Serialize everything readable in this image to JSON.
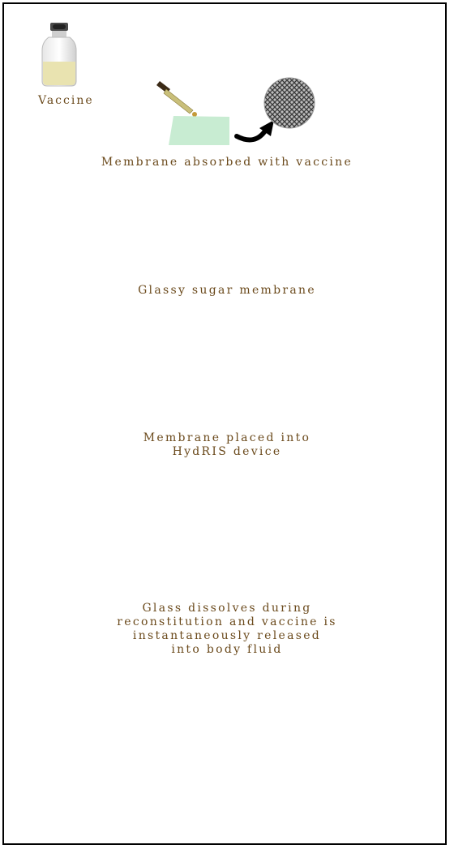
{
  "labels": {
    "vaccine": "Vaccine",
    "step1": "Membrane absorbed with vaccine",
    "step2": "Glassy sugar membrane",
    "step3_line1": "Membrane placed into",
    "step3_line2": "HydRIS device",
    "step4_line1": "Glass dissolves during",
    "step4_line2": "reconstitution and vaccine is",
    "step4_line3": "instantaneously released",
    "step4_line4": "into body fluid"
  },
  "colors": {
    "caption_text": "#6b4a1c",
    "arrow": "#000000",
    "membrane_wet": "#c8ecd2",
    "membrane_sugar": "#c9a865",
    "vial_liquid": "#e9e3b0",
    "syringe_liquid": "#8fd0d0"
  },
  "icons": [
    "vial-icon",
    "dropper-icon",
    "mesh-circle-icon",
    "sugar-circle-icon",
    "device-icon",
    "syringe-icon",
    "hand-icon",
    "cracked-glass-icon",
    "arm-figure-icon",
    "down-arrow-icon"
  ]
}
